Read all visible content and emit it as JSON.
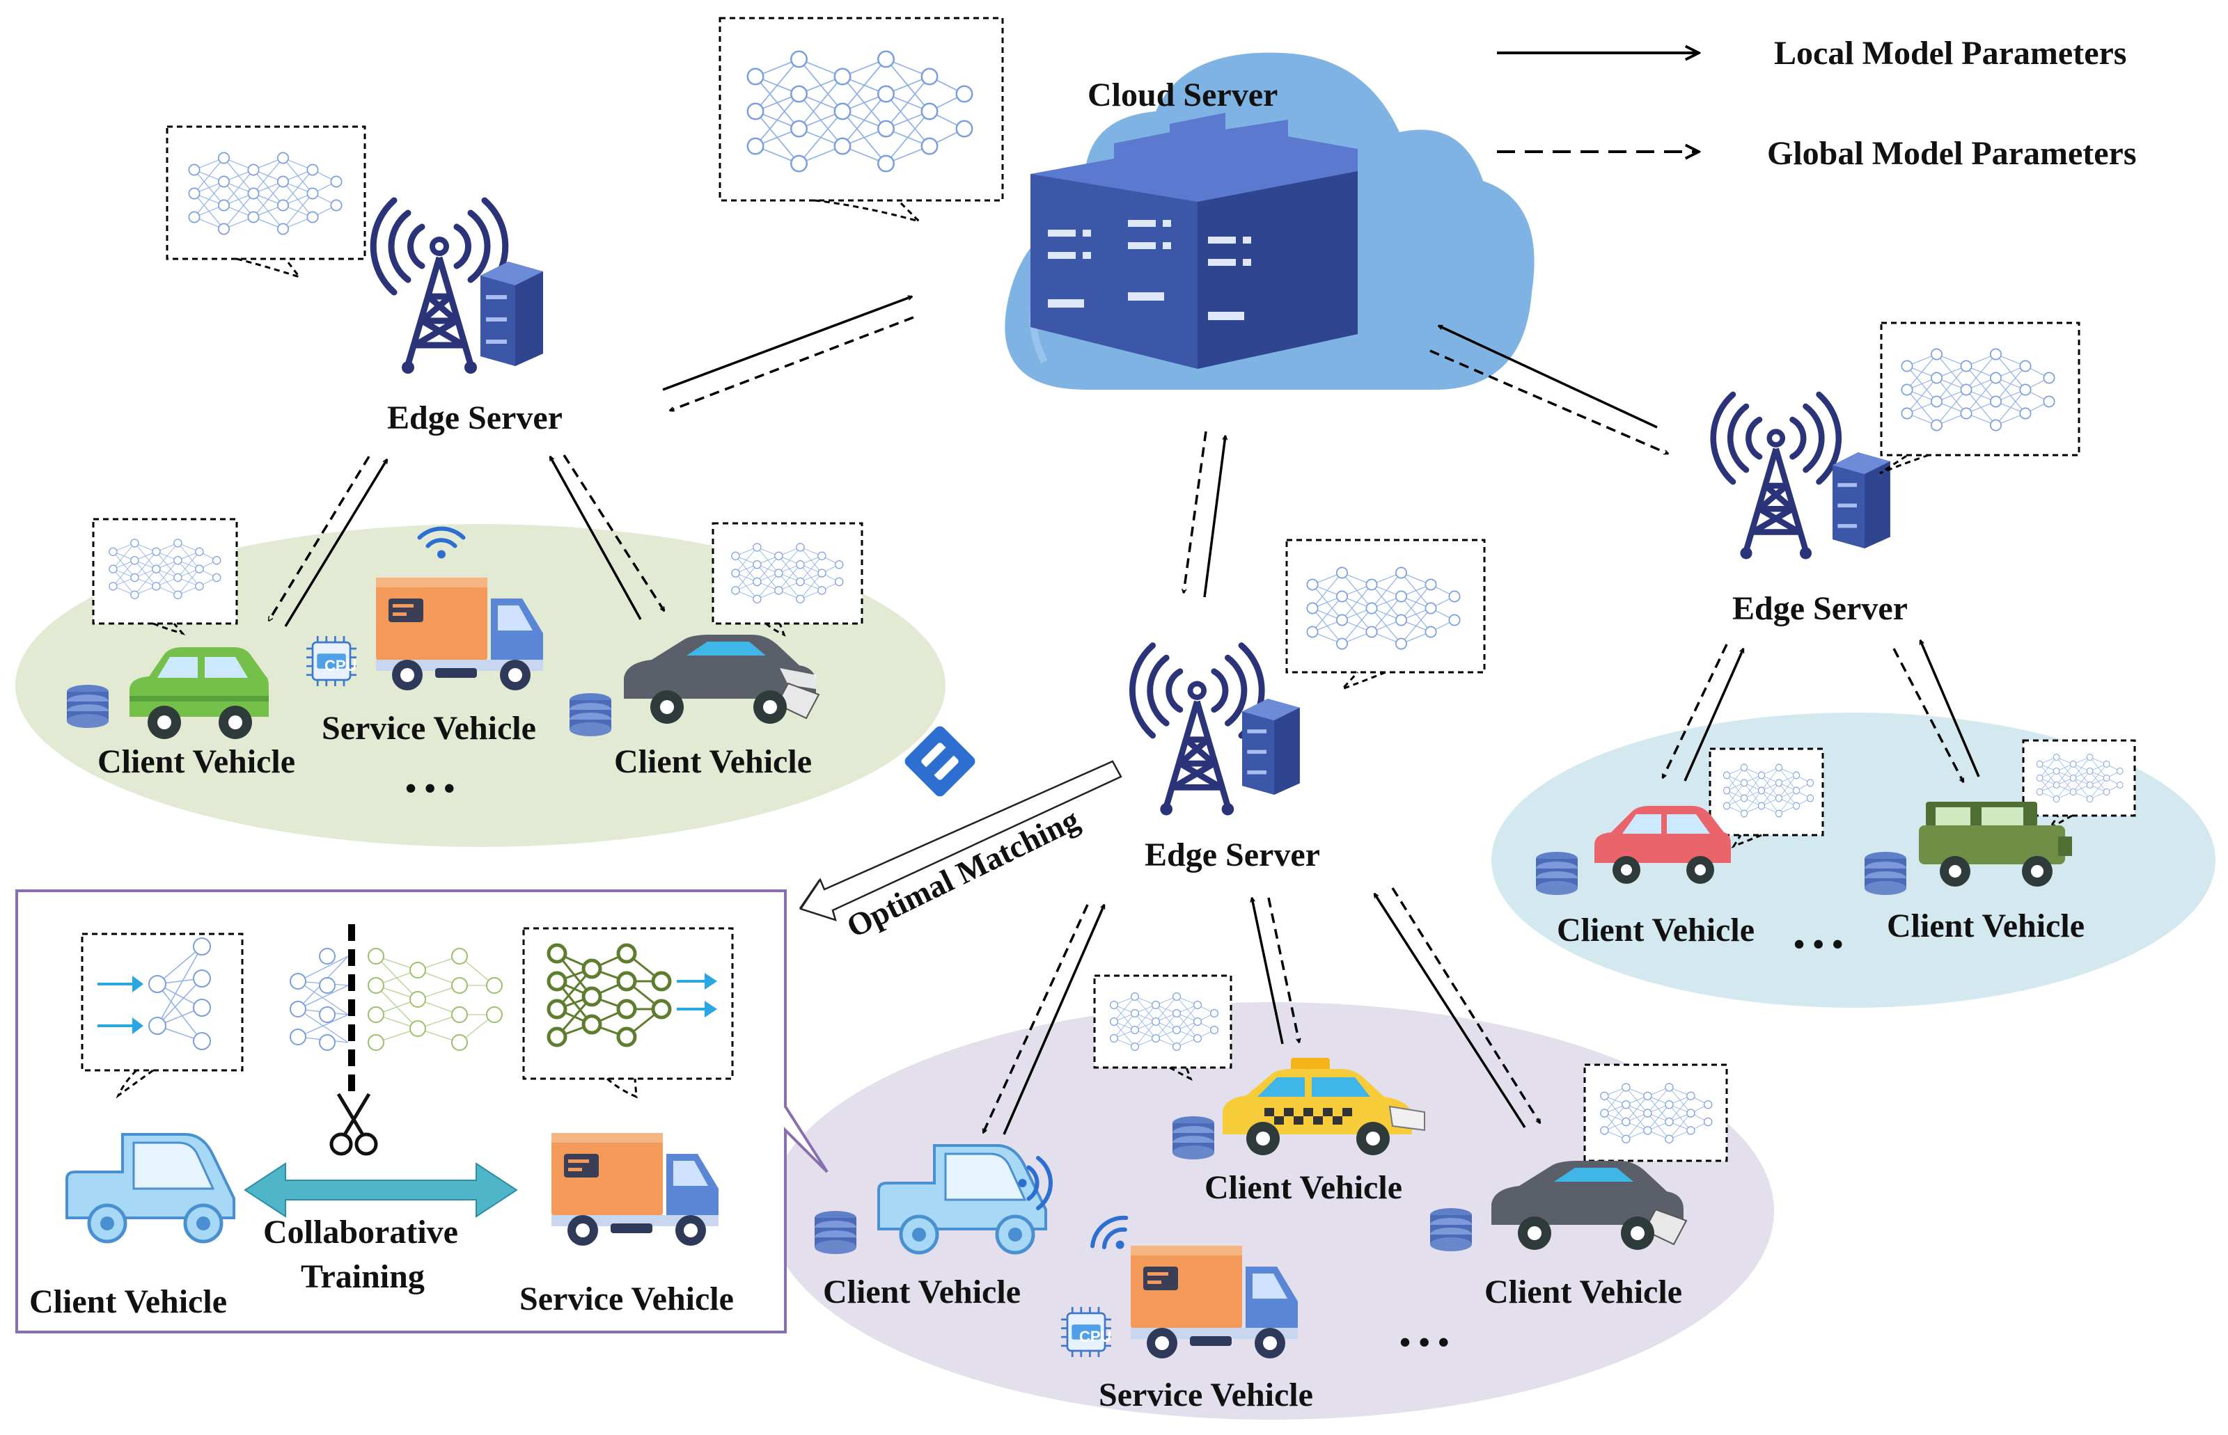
{
  "legend": {
    "local": "Local Model Parameters",
    "global": "Global Model Parameters"
  },
  "cloud": {
    "label": "Cloud Server"
  },
  "edge_servers": [
    {
      "label": "Edge Server"
    },
    {
      "label": "Edge Server"
    },
    {
      "label": "Edge Server"
    }
  ],
  "clusters": {
    "left": {
      "client_a": "Client Vehicle",
      "service": "Service Vehicle",
      "client_b": "Client Vehicle",
      "more": "• • •"
    },
    "right": {
      "client_a": "Client Vehicle",
      "client_b": "Client Vehicle",
      "more": "• • •"
    },
    "bottom": {
      "client_a": "Client Vehicle",
      "client_taxi": "Client Vehicle",
      "service": "Service Vehicle",
      "client_b": "Client Vehicle",
      "more": "• • •"
    }
  },
  "matching": {
    "label": "Optimal Matching"
  },
  "inset": {
    "client": "Client Vehicle",
    "collab_line1": "Collaborative",
    "collab_line2": "Training",
    "service": "Service Vehicle"
  },
  "chip_text": "CPU",
  "colors": {
    "cloud": "#7fb3e3",
    "server": "#3d57a8",
    "tower": "#2b3478",
    "green_field": "#e3ead4",
    "blue_field": "#d3e9ef",
    "purple_field": "#e3dfec",
    "inset_border": "#8a6fb0",
    "nn": "#7a9ee0",
    "truck_cargo": "#f39a5b",
    "truck_cab": "#5b86d6"
  },
  "icons": [
    "network-icon",
    "tower-icon",
    "server-icon",
    "car-icon",
    "truck-icon",
    "taxi-icon",
    "jeep-icon",
    "database-icon",
    "cpu-icon",
    "wifi-icon",
    "scissors-icon",
    "handshake-icon",
    "arrow-icon"
  ]
}
